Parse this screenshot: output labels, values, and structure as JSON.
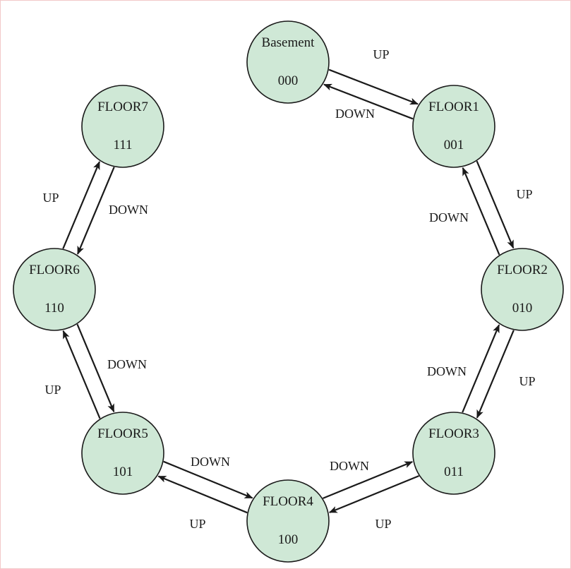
{
  "diagram": {
    "colors": {
      "node_fill": "#cfe8d6",
      "stroke": "#1a1a1a",
      "frame": "#f2c9c9"
    },
    "states": [
      {
        "id": "basement",
        "name": "Basement",
        "code": "000"
      },
      {
        "id": "floor1",
        "name": "FLOOR1",
        "code": "001"
      },
      {
        "id": "floor2",
        "name": "FLOOR2",
        "code": "010"
      },
      {
        "id": "floor3",
        "name": "FLOOR3",
        "code": "011"
      },
      {
        "id": "floor4",
        "name": "FLOOR4",
        "code": "100"
      },
      {
        "id": "floor5",
        "name": "FLOOR5",
        "code": "101"
      },
      {
        "id": "floor6",
        "name": "FLOOR6",
        "code": "110"
      },
      {
        "id": "floor7",
        "name": "FLOOR7",
        "code": "111"
      }
    ],
    "transitions": [
      {
        "from": "basement",
        "to": "floor1",
        "label": "UP"
      },
      {
        "from": "floor1",
        "to": "basement",
        "label": "DOWN"
      },
      {
        "from": "floor1",
        "to": "floor2",
        "label": "UP"
      },
      {
        "from": "floor2",
        "to": "floor1",
        "label": "DOWN"
      },
      {
        "from": "floor2",
        "to": "floor3",
        "label": "UP"
      },
      {
        "from": "floor3",
        "to": "floor2",
        "label": "DOWN"
      },
      {
        "from": "floor3",
        "to": "floor4",
        "label": "UP"
      },
      {
        "from": "floor4",
        "to": "floor3",
        "label": "DOWN"
      },
      {
        "from": "floor4",
        "to": "floor5",
        "label": "UP"
      },
      {
        "from": "floor5",
        "to": "floor4",
        "label": "DOWN"
      },
      {
        "from": "floor5",
        "to": "floor6",
        "label": "UP"
      },
      {
        "from": "floor6",
        "to": "floor5",
        "label": "DOWN"
      },
      {
        "from": "floor6",
        "to": "floor7",
        "label": "UP"
      },
      {
        "from": "floor7",
        "to": "floor6",
        "label": "DOWN"
      }
    ]
  }
}
